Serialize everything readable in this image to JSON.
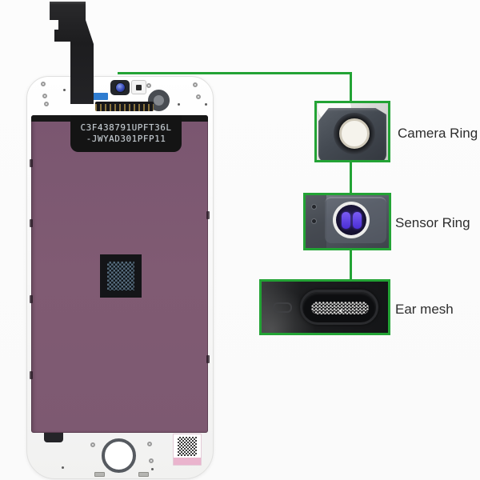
{
  "colors": {
    "background": "#fbfbfb",
    "accent_green": "#23a335",
    "panel_purple": "#7d5971",
    "sensor_blue": "#5b3fe8"
  },
  "device": {
    "name": "iphone-lcd-screen-assembly-white",
    "serial_line1": "C3F438791UPFT36L",
    "serial_line2": "-JWYAD301PFP11"
  },
  "callouts": [
    {
      "id": "camera-ring",
      "label": "Camera Ring"
    },
    {
      "id": "sensor-ring",
      "label": "Sensor Ring"
    },
    {
      "id": "ear-mesh",
      "label": "Ear mesh"
    }
  ]
}
